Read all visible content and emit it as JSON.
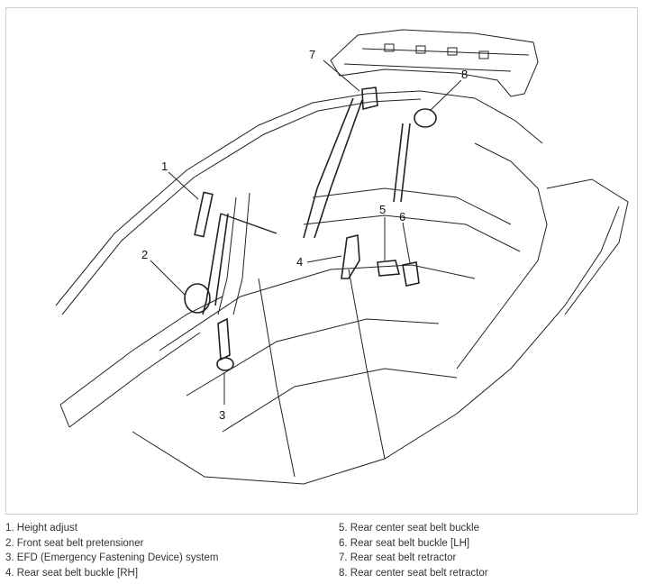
{
  "callouts": [
    "1",
    "2",
    "3",
    "4",
    "5",
    "6",
    "7",
    "8"
  ],
  "legend": {
    "left": [
      "1. Height adjust",
      "2. Front seat belt pretensioner",
      "3. EFD (Emergency Fastening Device) system",
      "4. Rear seat belt buckle [RH]"
    ],
    "right": [
      "5. Rear center seat belt buckle",
      "6. Rear seat belt buckle [LH]",
      "7. Rear seat belt retractor",
      "8. Rear center seat belt retractor"
    ]
  }
}
